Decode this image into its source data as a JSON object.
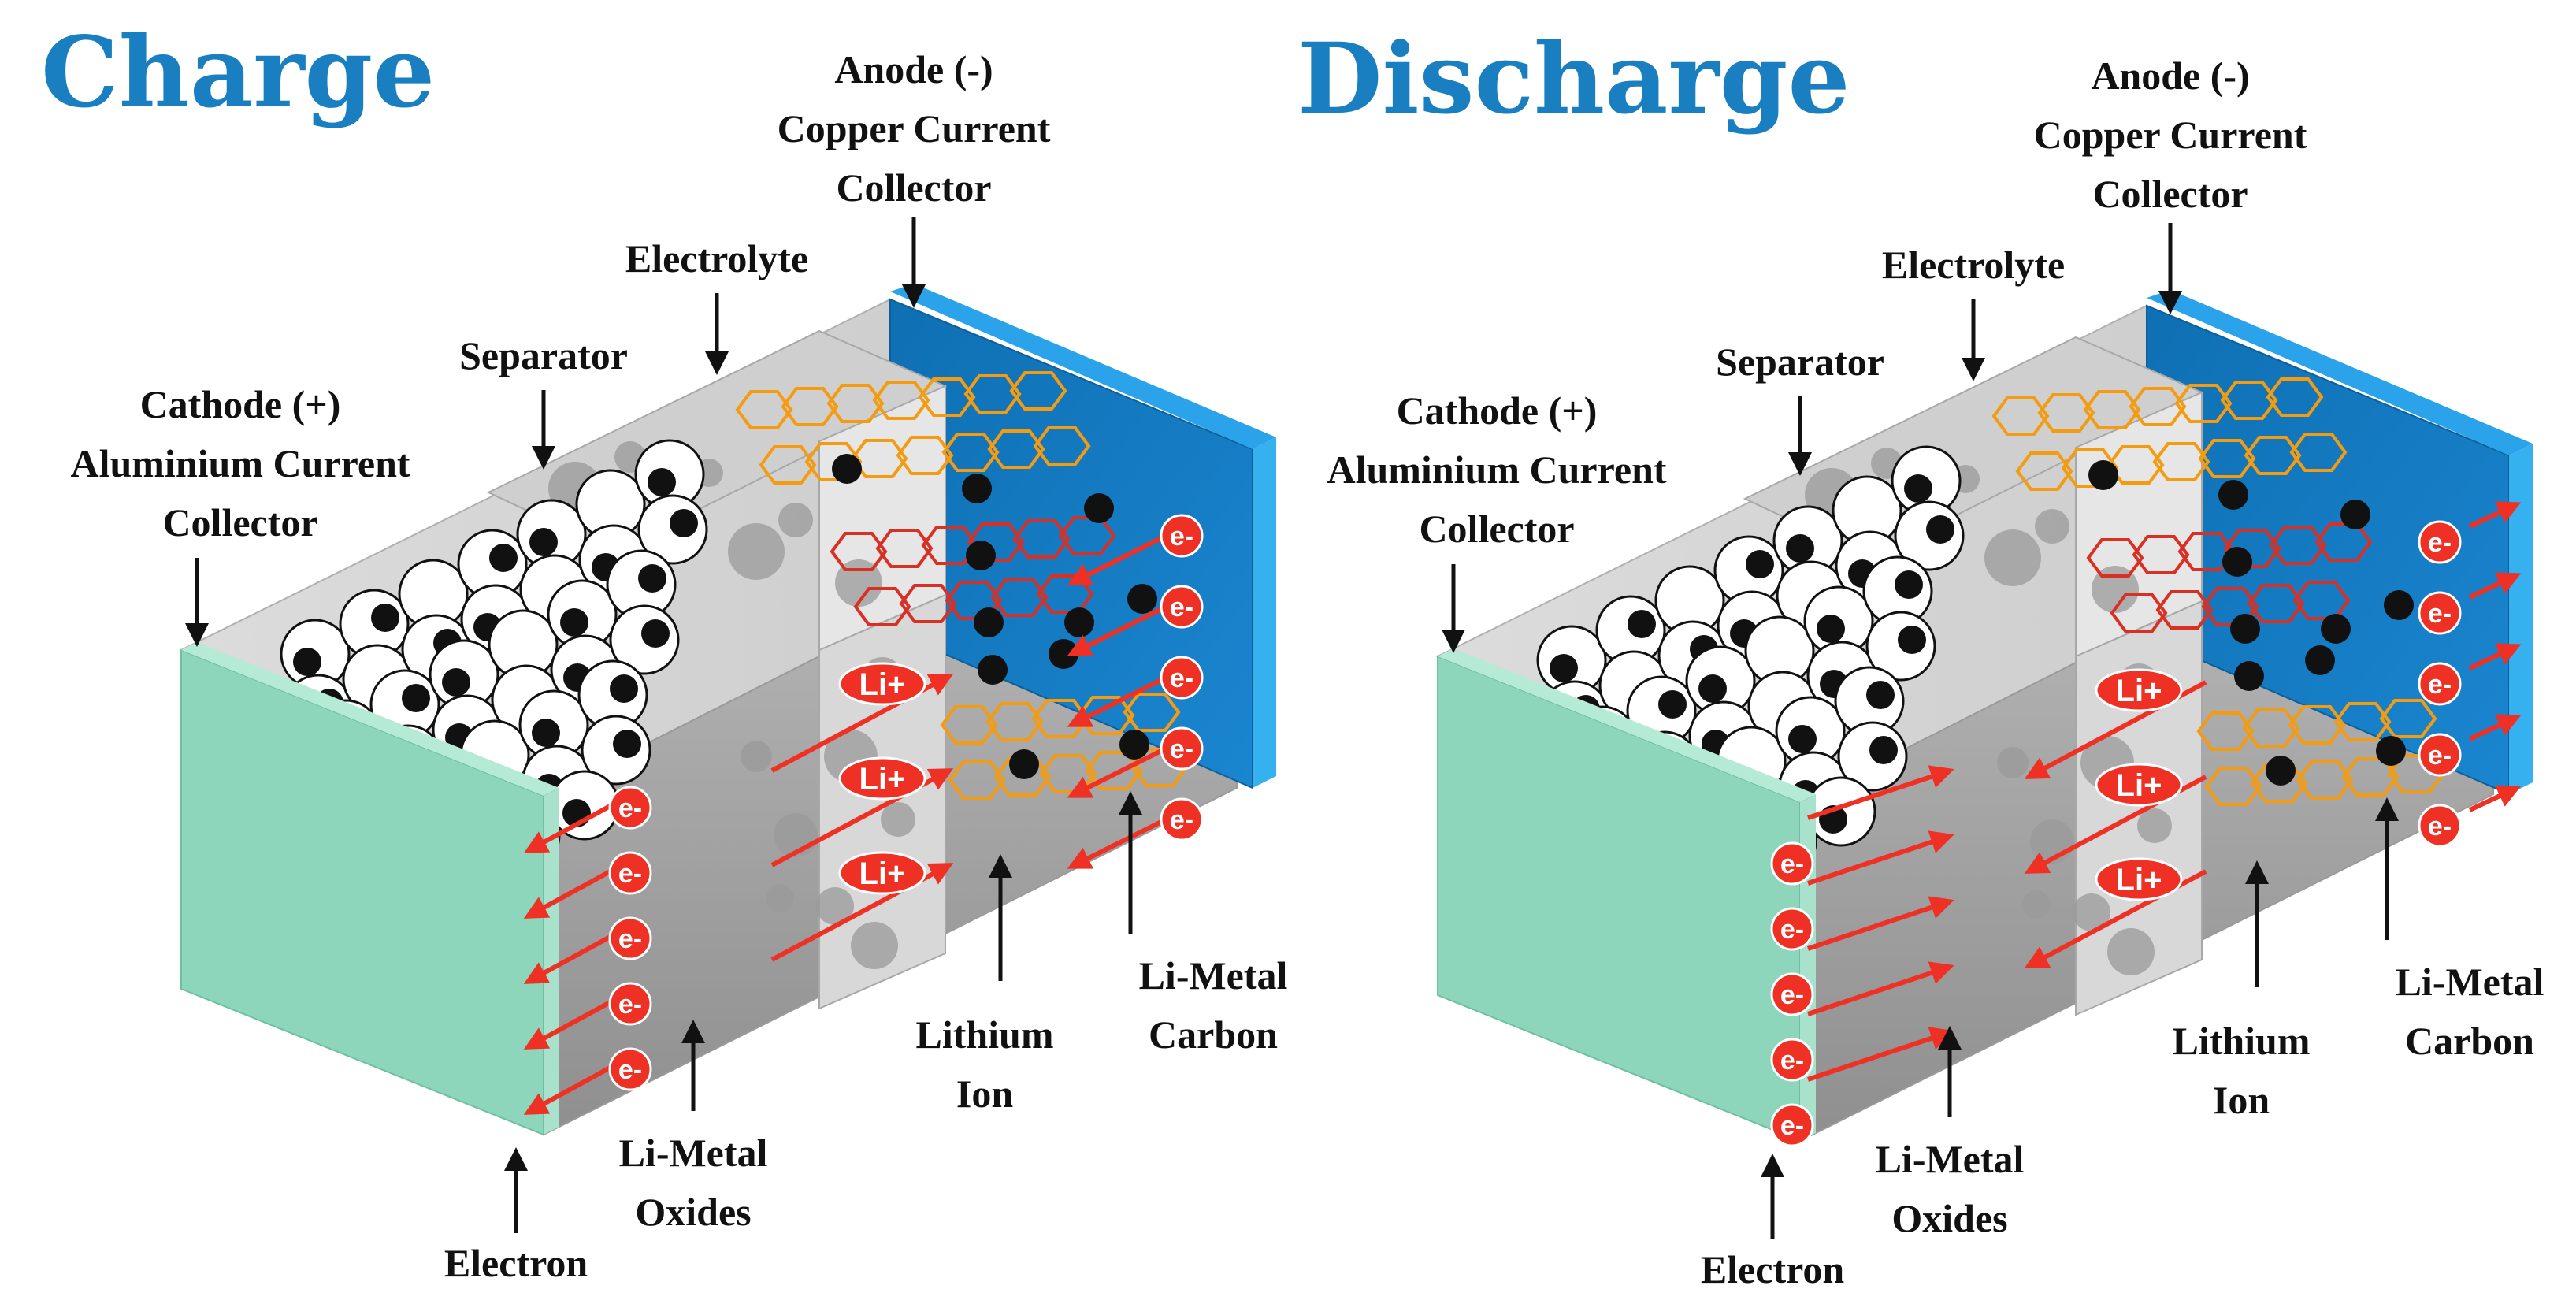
{
  "panels": [
    {
      "id": "charge",
      "title": "Charge",
      "labels": {
        "anode": [
          "Anode (-)",
          "Copper Current",
          "Collector"
        ],
        "electrolyte": [
          "Electrolyte"
        ],
        "separator": [
          "Separator"
        ],
        "cathode": [
          "Cathode (+)",
          "Aluminium Current",
          "Collector"
        ],
        "electron": [
          "Electron"
        ],
        "oxides": [
          "Li-Metal",
          "Oxides"
        ],
        "ion": [
          "Lithium",
          "Ion"
        ],
        "carbon": [
          "Li-Metal",
          "Carbon"
        ]
      },
      "ion_badges": [
        "Li+",
        "Li+",
        "Li+"
      ],
      "electron_badges": [
        "e-",
        "e-",
        "e-",
        "e-",
        "e-",
        "e-",
        "e-",
        "e-",
        "e-",
        "e-"
      ]
    },
    {
      "id": "discharge",
      "title": "Discharge",
      "labels": {
        "anode": [
          "Anode (-)",
          "Copper Current",
          "Collector"
        ],
        "electrolyte": [
          "Electrolyte"
        ],
        "separator": [
          "Separator"
        ],
        "cathode": [
          "Cathode (+)",
          "Aluminium Current",
          "Collector"
        ],
        "electron": [
          "Electron"
        ],
        "oxides": [
          "Li-Metal",
          "Oxides"
        ],
        "ion": [
          "Lithium",
          "Ion"
        ],
        "carbon": [
          "Li-Metal",
          "Carbon"
        ]
      },
      "ion_badges": [
        "Li+",
        "Li+",
        "Li+"
      ],
      "electron_badges": [
        "e-",
        "e-",
        "e-",
        "e-",
        "e-",
        "e-",
        "e-",
        "e-",
        "e-",
        "e-"
      ]
    }
  ],
  "colors": {
    "title": "#1a7fc0",
    "cathode_plate": "#8dd6bc",
    "anode_plate": "#1a80c8",
    "arrow": "#ee3124",
    "graphene_orange": "#f39c12",
    "graphene_red": "#d93025",
    "particle_dark": "#111111",
    "pore": "#999999"
  }
}
